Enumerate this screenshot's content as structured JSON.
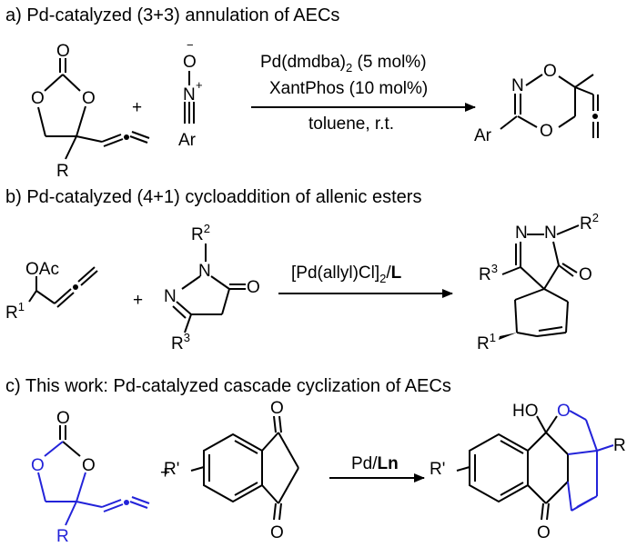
{
  "sections": [
    {
      "heading": "a) Pd-catalyzed (3+3) annulation of AECs",
      "reactant1": {
        "O_ring_left": "O",
        "O_ring_right": "O",
        "O_carbonyl": "O",
        "R": "R"
      },
      "plus": "+",
      "reactant2": {
        "O": "O",
        "N": "N",
        "Ar": "Ar",
        "charge_minus": "−",
        "charge_plus": "+"
      },
      "conditions": [
        "Pd(dmdba)",
        "2",
        " (5 mol%)",
        "XantPhos (10 mol%)",
        "toluene, r.t."
      ],
      "product": {
        "N": "N",
        "O_top": "O",
        "O_bottom": "O",
        "Ar": "Ar"
      }
    },
    {
      "heading": "b) Pd-catalyzed (4+1) cycloaddition of allenic esters",
      "reactant1": {
        "OAc": "OAc",
        "R1": "R",
        "R1_sup": "1"
      },
      "plus": "+",
      "reactant2": {
        "R2": "R",
        "R2_sup": "2",
        "N1": "N",
        "N2": "N",
        "O": "O",
        "R3": "R",
        "R3_sup": "3"
      },
      "conditions": [
        "[Pd(allyl)Cl]",
        "2",
        "/",
        "L"
      ],
      "product": {
        "N1": "N",
        "N2": "N",
        "R2": "R",
        "R2_sup": "2",
        "R3": "R",
        "R3_sup": "3",
        "O": "O",
        "R1": "R",
        "R1_sup": "1"
      }
    },
    {
      "heading": "c) This work: Pd-catalyzed cascade cyclization of AECs",
      "reactant1": {
        "O_ring_left": "O",
        "O_ring_right": "O",
        "O_carbonyl": "O",
        "R": "R"
      },
      "plus": "+",
      "reactant2": {
        "R_prime": "R'",
        "O_top": "O",
        "O_bottom": "O"
      },
      "conditions": [
        "Pd/",
        "Ln"
      ],
      "product": {
        "HO": "HO",
        "O_ring": "O",
        "R_prime": "R'",
        "R": "R",
        "O_ketone": "O"
      }
    }
  ],
  "colors": {
    "highlight": "#2323d9",
    "ink": "#000000"
  }
}
